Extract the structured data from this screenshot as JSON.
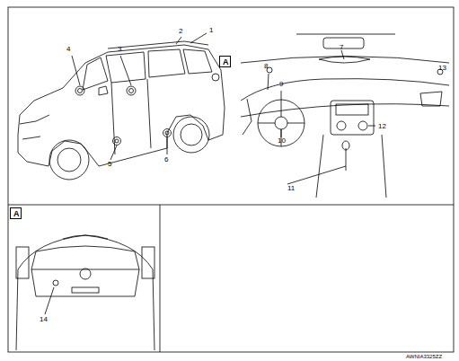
{
  "diagram": {
    "nodes": [
      {
        "text": [
          "A"
        ]
      },
      {
        "text": [
          "A"
        ]
      }
    ],
    "labels": [
      "1",
      "2",
      "3",
      "4",
      "5",
      "6",
      "7",
      "8",
      "9",
      "10",
      "11",
      "12",
      "13",
      "14",
      "AWNIA3325ZZ"
    ]
  }
}
